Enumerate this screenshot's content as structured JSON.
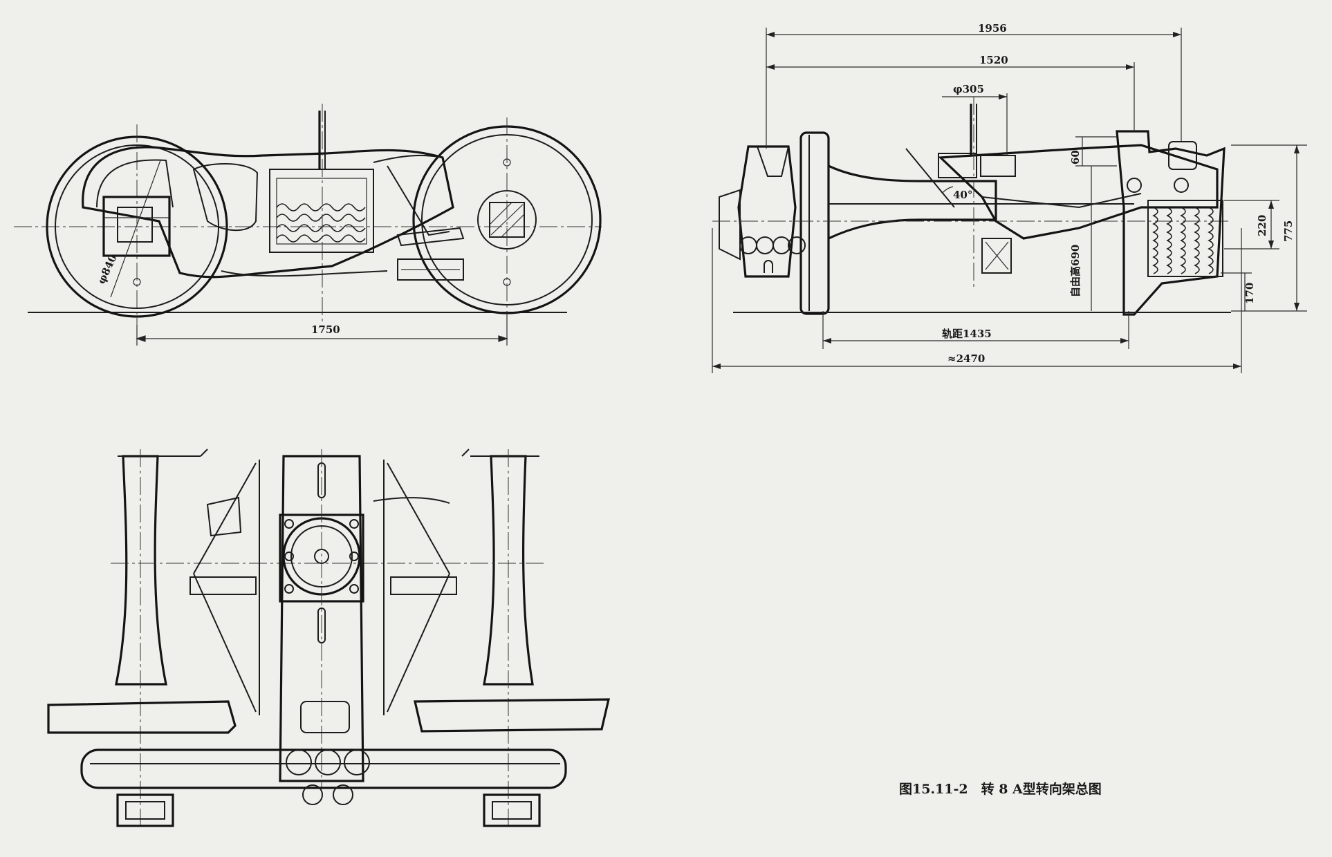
{
  "dimensions": {
    "wheelbase": "1750",
    "wheel_diameter": "φ840",
    "width_overall": "1956",
    "side_bearing_span": "1520",
    "center_plate_diameter": "φ305",
    "dim_60": "60",
    "angle_40": "40°",
    "free_height": "自由高690",
    "dim_220": "220",
    "dim_775": "775",
    "dim_170": "170",
    "track_gauge": "轨距1435",
    "overall_length": "≈2470"
  },
  "caption": "图15.11-2　转 8 A型转向架总图",
  "colors": {
    "paper": "#efefeb",
    "ink": "#1c1c1c"
  }
}
